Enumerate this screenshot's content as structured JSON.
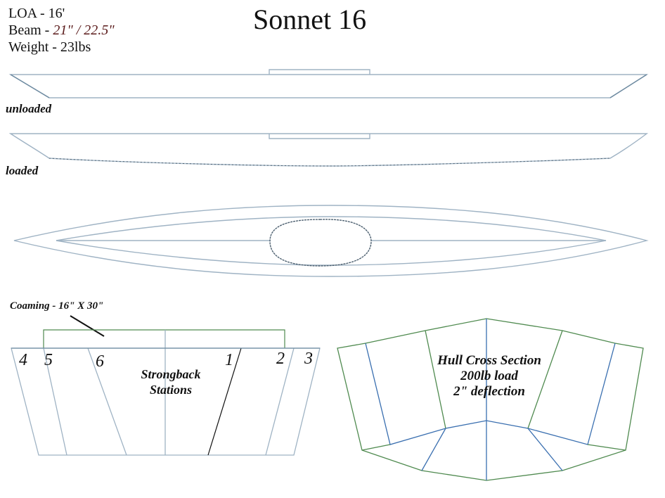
{
  "title": "Sonnet 16",
  "specs": {
    "loa": "LOA - 16'",
    "beam_label": "Beam -",
    "beam_value": "21\" / 22.5\"",
    "weight": "Weight - 23lbs"
  },
  "profiles": {
    "unloaded_label": "unloaded",
    "loaded_label": "loaded"
  },
  "strongback": {
    "coaming_label": "Coaming  - 16\" X 30\"",
    "stations": [
      "4",
      "5",
      "6",
      "1",
      "2",
      "3"
    ],
    "label_line1": "Strongback",
    "label_line2": "Stations"
  },
  "cross_section": {
    "line1": "Hull Cross Section",
    "line2": "200lb load",
    "line3": "2\" deflection"
  },
  "colors": {
    "outline": "#9fb3c4",
    "blue_line": "#3a6fb0",
    "green_line": "#3f8a3f",
    "beam_text": "#5a1a1a"
  }
}
